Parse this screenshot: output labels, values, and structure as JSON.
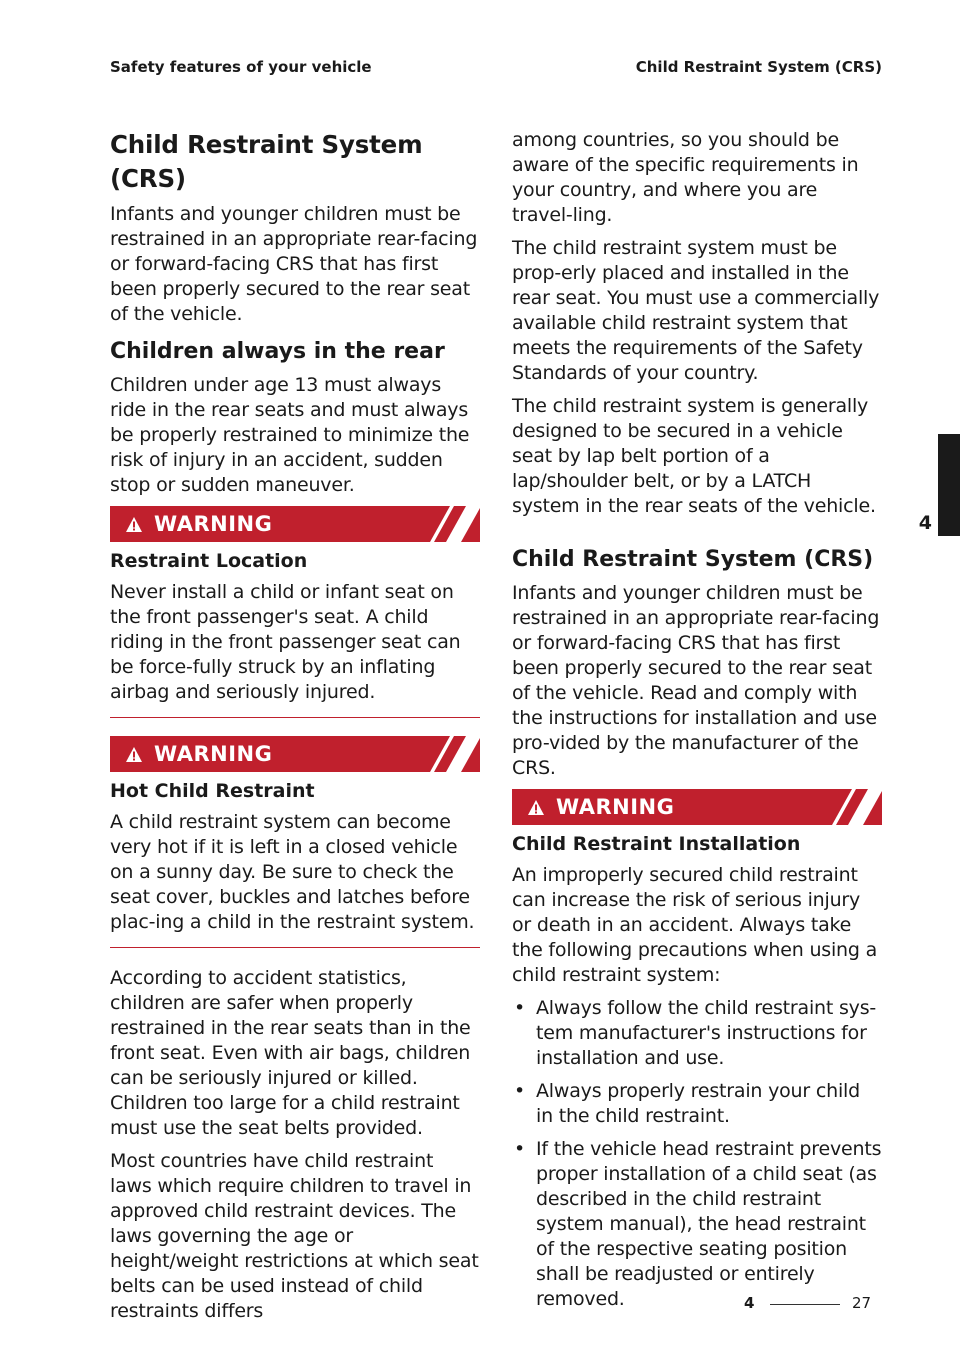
{
  "header": {
    "left": "Safety features of your vehicle",
    "right": "Child Restraint System (CRS)"
  },
  "colors": {
    "warning_red": "#c0202d",
    "tab_black": "#1a1a1a"
  },
  "left_column": {
    "h1": "Child Restraint System (CRS)",
    "p1": "Infants and younger children must be restrained in an appropriate rear-facing or forward-facing CRS that has first been properly secured to the rear seat of the vehicle.",
    "h2": "Children always in the rear",
    "p2": "Children under age 13 must always ride in the rear seats and must always be properly restrained to minimize the risk of injury in an accident, sudden stop or sudden maneuver.",
    "warning1": {
      "label": "WARNING",
      "title": "Restraint Location",
      "text": "Never install a child or infant seat on the front passenger's seat. A child riding in the front passenger seat can be force-fully struck by an inflating airbag and seriously injured."
    },
    "warning2": {
      "label": "WARNING",
      "title": "Hot Child Restraint",
      "text": "A child restraint system can become very hot if it is left in a closed vehicle on a sunny day. Be sure to check the seat cover, buckles and latches before plac-ing a child in the restraint system."
    },
    "p3": "According to accident statistics, children are safer when properly restrained in the rear seats than in the front seat. Even with air bags, children can be seriously injured or killed. Children too large for a child restraint must use the seat belts provided.",
    "p4": "Most countries have child restraint laws which require children to travel in approved child restraint devices. The laws governing the age or height/weight restrictions at which seat belts can be used instead of child restraints differs"
  },
  "right_column": {
    "p1": "among countries, so you should be aware of the specific requirements in your country, and where you are travel-ling.",
    "p2": "The child restraint system must be prop-erly placed and installed in the rear seat. You must use a commercially available child restraint system that meets the requirements of the Safety Standards of your country.",
    "p3": "The child restraint system is generally designed to be secured in a vehicle seat by lap belt portion of a lap/shoulder belt, or by a LATCH system in the rear seats of the vehicle.",
    "h2": "Child Restraint System (CRS)",
    "p4": "Infants and younger children must be restrained in an appropriate rear-facing or forward-facing CRS that has first been properly secured to the rear seat of the vehicle. Read and comply with the instructions for installation and use pro-vided by the manufacturer of the CRS.",
    "warning3": {
      "label": "WARNING",
      "title": "Child Restraint Installation",
      "text": "An improperly secured child restraint can increase the risk of serious injury or death in an accident. Always take the following precautions when using a child restraint system:",
      "bullets": [
        "Always follow the child restraint sys-tem manufacturer's instructions for installation and use.",
        "Always properly restrain your child in the child restraint.",
        "If the vehicle head restraint prevents proper installation of a child seat (as described in the child restraint system manual), the head restraint of the respective seating position shall be readjusted or entirely removed."
      ]
    }
  },
  "side_tab": {
    "chapter": "4"
  },
  "footer": {
    "chapter": "4",
    "page": "27"
  }
}
